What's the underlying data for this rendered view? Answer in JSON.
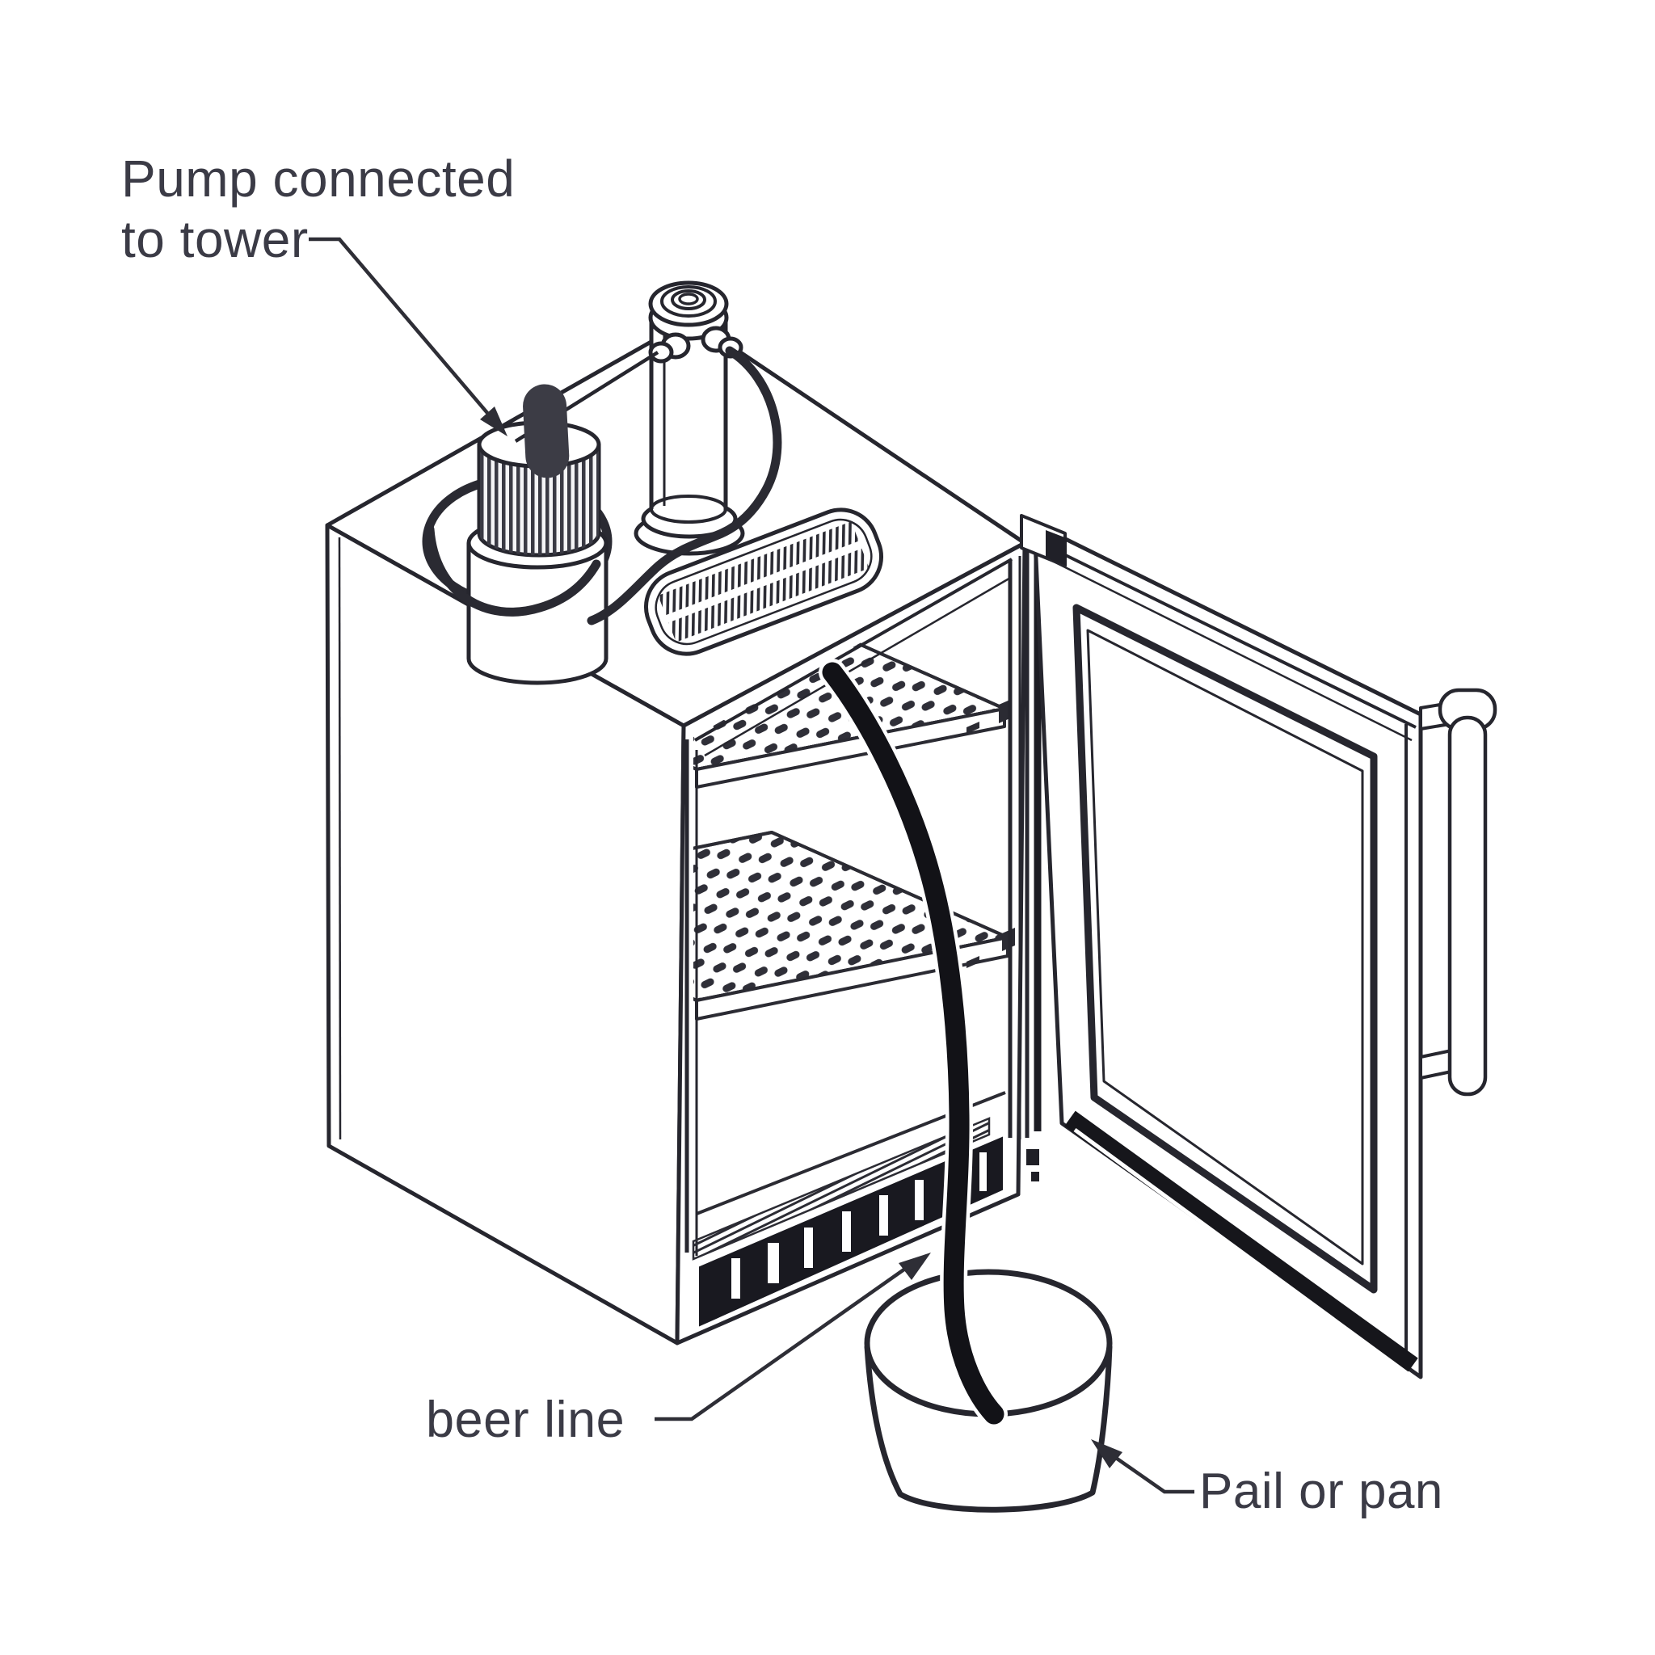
{
  "diagram": {
    "labels": {
      "pump": {
        "line1": "Pump connected",
        "line2": "to tower"
      },
      "beer_line": "beer line",
      "pail": "Pail or pan"
    },
    "colors": {
      "line": "#26262e",
      "text": "#3b3b46",
      "beer_line": "#121217",
      "dark_fill": "#191920",
      "background": "#ffffff"
    }
  }
}
